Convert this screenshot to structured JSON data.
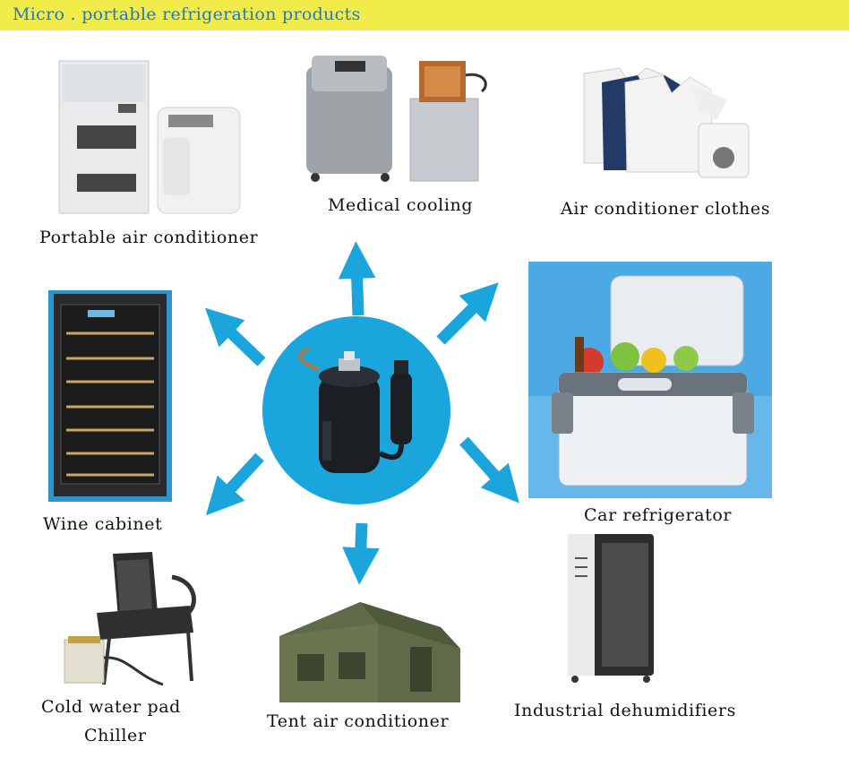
{
  "banner": {
    "title": "Micro . portable refrigeration products"
  },
  "colors": {
    "banner_bg": "#f2ec4a",
    "banner_text": "#1f78c8",
    "accent_blue": "#1aa6dc",
    "center_circle": "#1aa6dc"
  },
  "center": {
    "icon": "compressor-icon"
  },
  "products": {
    "portable_ac": {
      "label": "Portable air conditioner"
    },
    "medical": {
      "label": "Medical cooling"
    },
    "clothes": {
      "label": "Air conditioner clothes"
    },
    "wine": {
      "label": "Wine cabinet"
    },
    "car_fridge": {
      "label": "Car refrigerator"
    },
    "chiller": {
      "label_line1": "Cold water pad",
      "label_line2": "Chiller"
    },
    "tent": {
      "label": "Tent air conditioner"
    },
    "dehumidifier": {
      "label": "Industrial dehumidifiers"
    }
  }
}
